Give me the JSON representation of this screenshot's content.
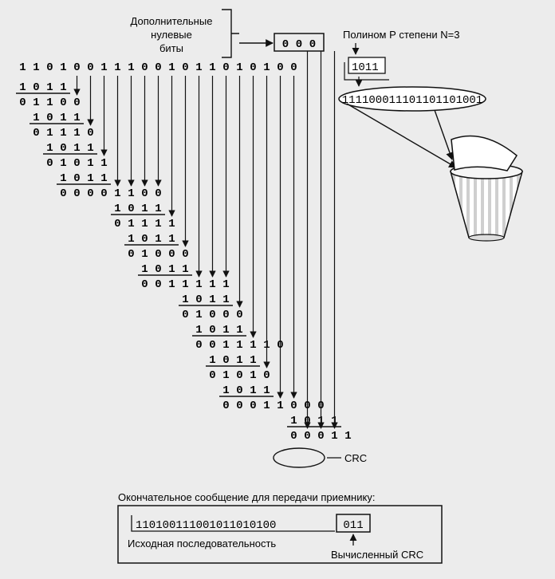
{
  "labels": {
    "extra_zero_bits": [
      "Дополнительные",
      "нулевые",
      "биты"
    ],
    "polynomial_title": "Полином Р степени N=3",
    "polynomial_value": "1011",
    "received_bits": "111100011101101101001",
    "crc_label": "CRC",
    "final_message_title": "Окончательное сообщение для передачи приемнику:",
    "final_message_data": "110100111001011010100",
    "final_message_crc": "011",
    "source_sequence": "Исходная последовательность",
    "computed_crc": "Вычисленный CRC"
  },
  "division": {
    "dividend": "110100111001011010100",
    "appended_zeros": "000",
    "steps": [
      {
        "subtract": "1011",
        "remainder": "01100"
      },
      {
        "subtract": "1011",
        "remainder": "01110"
      },
      {
        "subtract": "1011",
        "remainder": "01011"
      },
      {
        "subtract": "1011",
        "remainder": "00001100"
      },
      {
        "subtract": "1011",
        "remainder": "01111"
      },
      {
        "subtract": "1011",
        "remainder": "01000"
      },
      {
        "subtract": "1011",
        "remainder": "0011111"
      },
      {
        "subtract": "1011",
        "remainder": "01000"
      },
      {
        "subtract": "1011",
        "remainder": "0011110"
      },
      {
        "subtract": "1011",
        "remainder": "01010"
      },
      {
        "subtract": "1011",
        "remainder": "00011000"
      },
      {
        "subtract": "1011",
        "remainder": "00011"
      }
    ]
  },
  "colors": {
    "background": "#ececec",
    "ink": "#111111"
  }
}
